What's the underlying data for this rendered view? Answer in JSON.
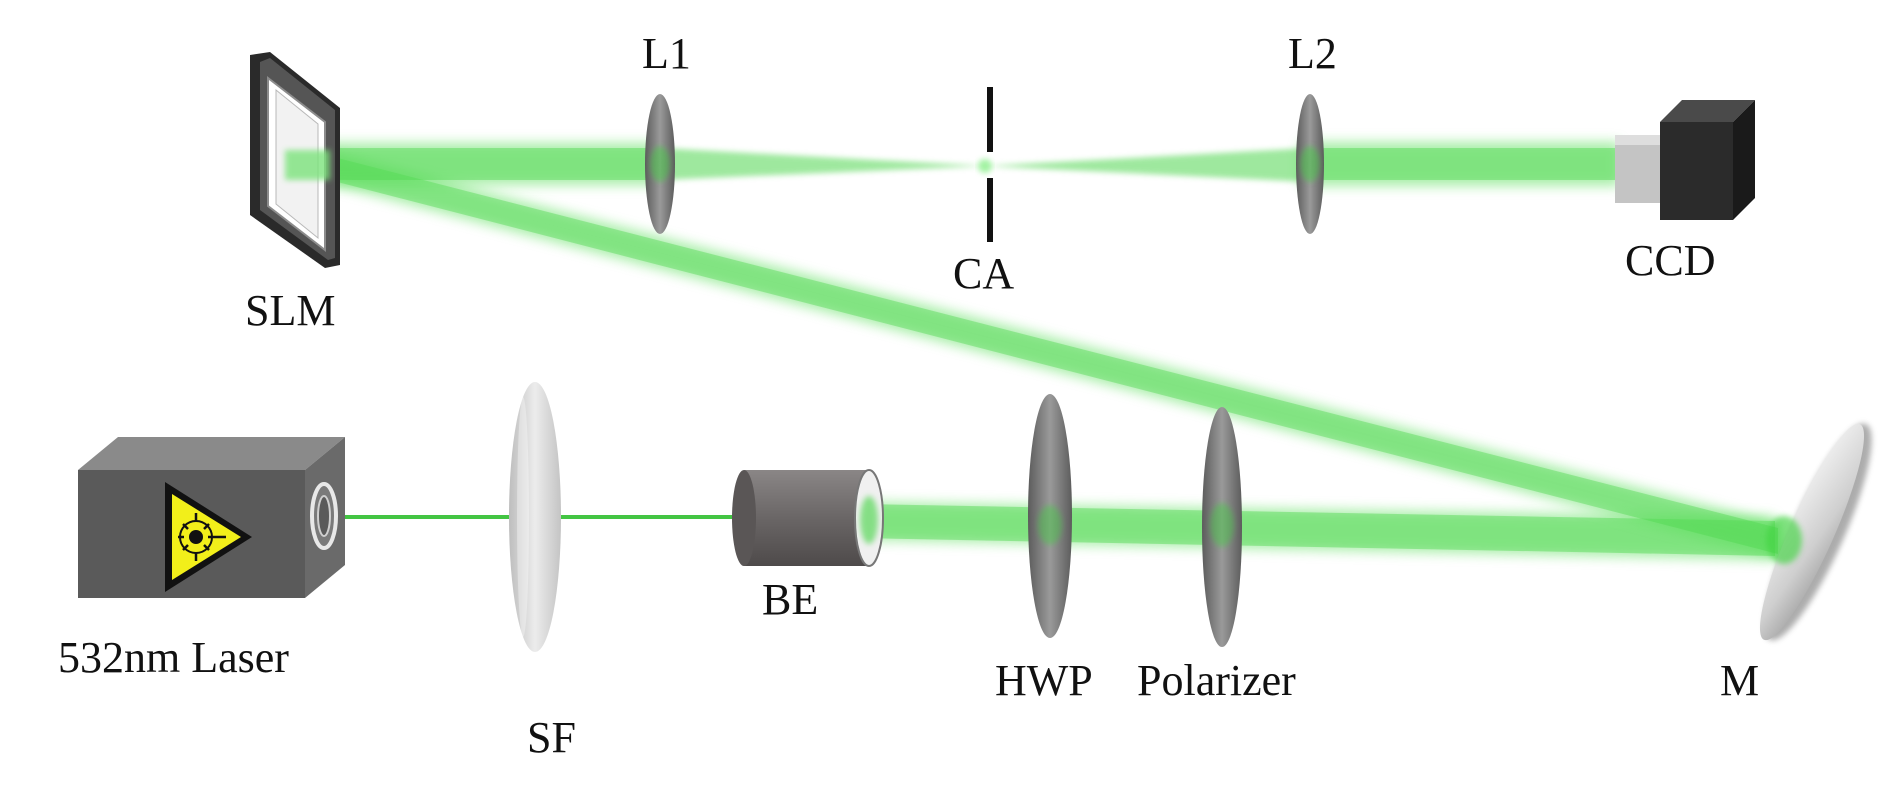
{
  "labels": {
    "slm": "SLM",
    "l1": "L1",
    "l2": "L2",
    "ca": "CA",
    "ccd": "CCD",
    "laser": "532nm Laser",
    "sf": "SF",
    "be": "BE",
    "hwp": "HWP",
    "polarizer": "Polarizer",
    "m": "M"
  },
  "colors": {
    "beam": "#39d239",
    "beam_core": "#22b822",
    "lens_dark": "#7a7a7a",
    "lens_light": "#d4d4d4",
    "laser_body": "#5a5a5a",
    "laser_warning": "#f2ef1a",
    "camera": "#2a2a2a",
    "expander": "#6e6b6b"
  },
  "icons": {
    "laser_warning": "laser-warning-icon"
  }
}
